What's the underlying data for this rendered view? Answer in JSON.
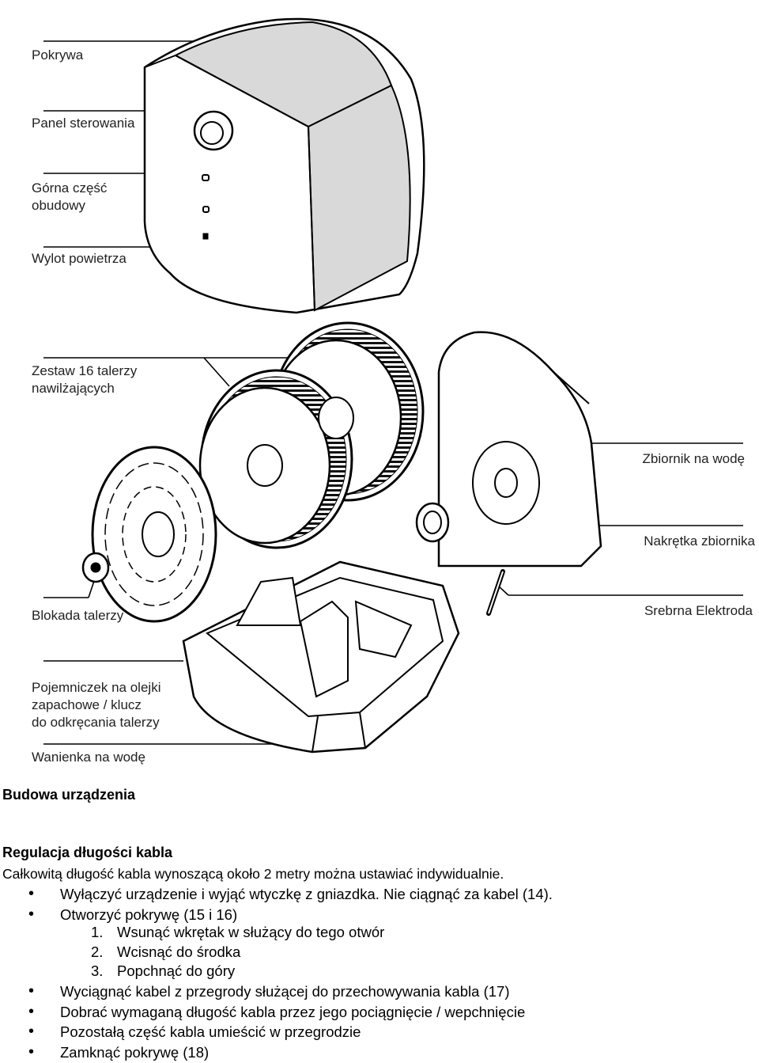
{
  "diagram": {
    "labels": {
      "lid": "Pokrywa",
      "control_panel": "Panel sterowania",
      "upper_housing": "Górna część\nobudowy",
      "air_outlet": "Wylot powietrza",
      "disc_set": "Zestaw 16 talerzy\nnawilżających",
      "water_tank": "Zbiornik na wodę",
      "tank_cap": "Nakrętka zbiornika",
      "disc_lock": "Blokada talerzy",
      "silver_electrode": "Srebrna Elektroda",
      "oil_container": "Pojemniczek na olejki\n zapachowe / klucz\ndo odkręcania talerzy",
      "water_tray": "Wanienka na wodę"
    }
  },
  "section_title": "Budowa urządzenia",
  "cable": {
    "heading": "Regulacja długości kabla",
    "intro": "Całkowitą długość kabla wynoszącą około 2 metry można ustawiać indywidualnie.",
    "steps": [
      "Wyłączyć urządzenie i wyjąć wtyczkę z gniazdka. Nie ciągnąć za kabel (14).",
      "Otworzyć pokrywę (15 i 16)"
    ],
    "substeps": [
      {
        "num": "1.",
        "text": "Wsunąć wkrętak w służący do tego otwór"
      },
      {
        "num": "2.",
        "text": "Wcisnąć do środka"
      },
      {
        "num": "3.",
        "text": "Popchnąć do góry"
      }
    ],
    "steps2": [
      "Wyciągnąć kabel z przegrody służącej do przechowywania kabla (17)",
      "Dobrać wymaganą długość kabla przez jego pociągnięcie / wepchnięcie",
      "Pozostałą część kabla umieścić w przegrodzie",
      "Zamknąć pokrywę (18)"
    ]
  }
}
